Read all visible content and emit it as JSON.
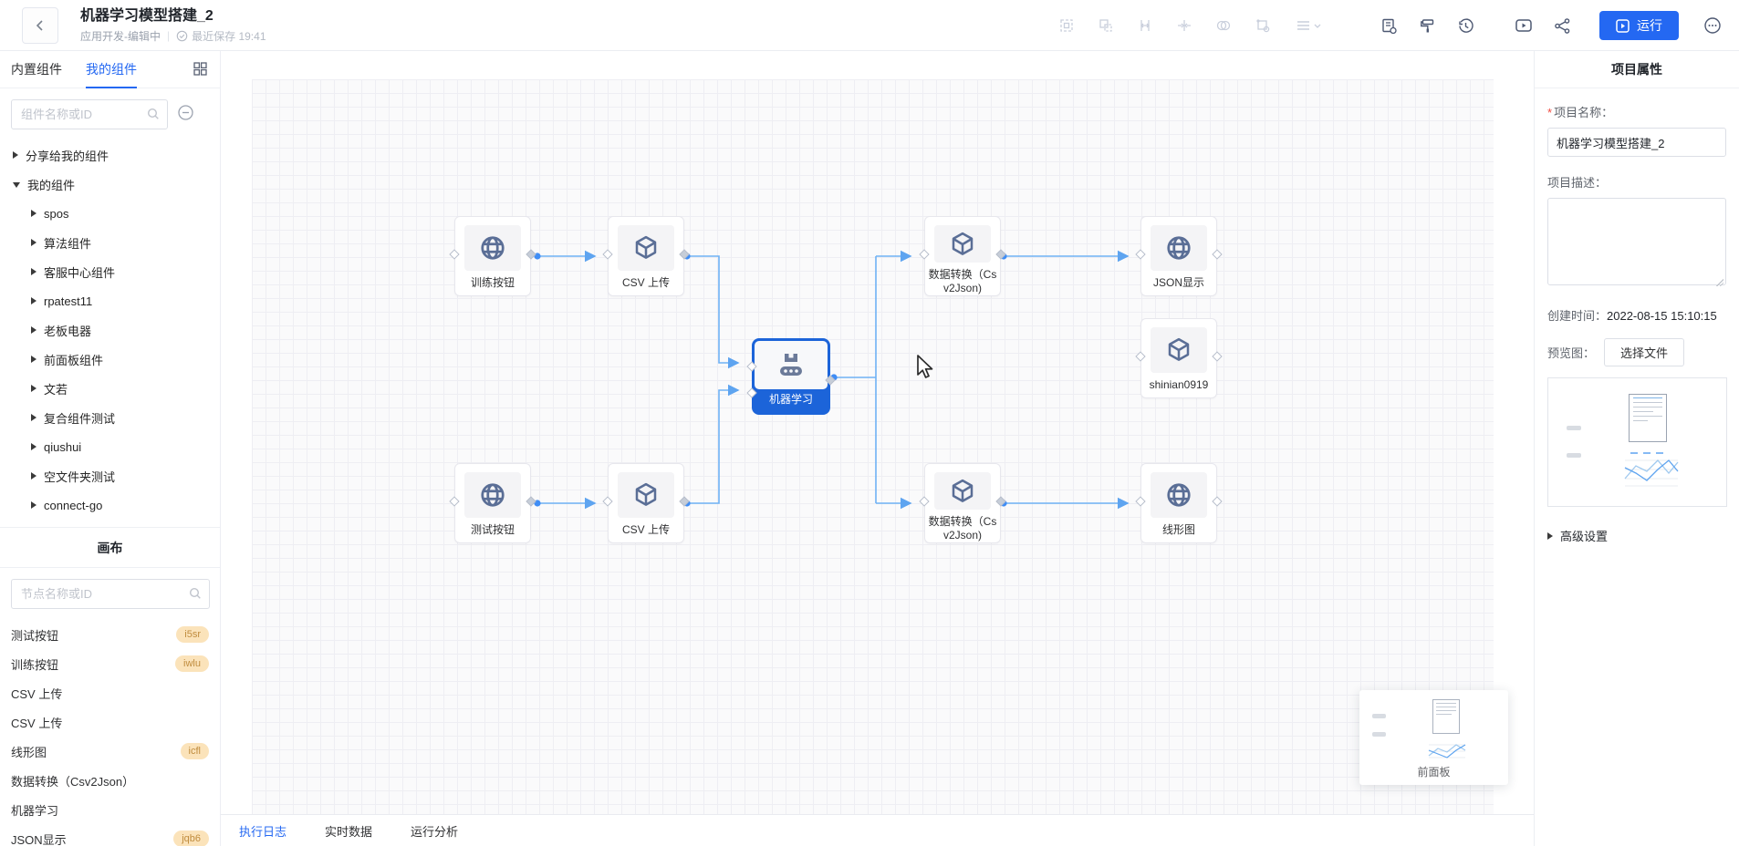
{
  "header": {
    "title": "机器学习模型搭建_2",
    "app_status": "应用开发-编辑中",
    "divider": "|",
    "saved_status": "最近保存 19:41",
    "run_label": "运行"
  },
  "sidebar": {
    "tabs": {
      "builtin": "内置组件",
      "mine": "我的组件"
    },
    "search_placeholder": "组件名称或ID",
    "tree": [
      {
        "label": "分享给我的组件"
      },
      {
        "label": "我的组件"
      },
      {
        "label": "spos"
      },
      {
        "label": "算法组件"
      },
      {
        "label": "客服中心组件"
      },
      {
        "label": "rpatest11"
      },
      {
        "label": "老板电器"
      },
      {
        "label": "前面板组件"
      },
      {
        "label": "文若"
      },
      {
        "label": "复合组件测试"
      },
      {
        "label": "qiushui"
      },
      {
        "label": "空文件夹测试"
      },
      {
        "label": "connect-go"
      }
    ],
    "canvas_section": {
      "title": "画布",
      "search_placeholder": "节点名称或ID",
      "items": [
        {
          "label": "测试按钮",
          "badge": "i5sr"
        },
        {
          "label": "训练按钮",
          "badge": "iwlu"
        },
        {
          "label": "CSV 上传"
        },
        {
          "label": "CSV 上传"
        },
        {
          "label": "线形图",
          "badge": "icfl"
        },
        {
          "label": "数据转换（Csv2Json）"
        },
        {
          "label": "机器学习"
        },
        {
          "label": "JSON显示",
          "badge": "jqb6"
        }
      ]
    }
  },
  "canvas": {
    "nodes": [
      {
        "label": "训练按钮",
        "icon": "globe"
      },
      {
        "label": "CSV 上传",
        "icon": "box"
      },
      {
        "label": "机器学习",
        "icon": "machine",
        "selected": true
      },
      {
        "label": "数据转换（Csv2Json)",
        "icon": "box"
      },
      {
        "label": "JSON显示",
        "icon": "globe"
      },
      {
        "label": "shinian0919",
        "icon": "box"
      },
      {
        "label": "测试按钮",
        "icon": "globe"
      },
      {
        "label": "CSV 上传",
        "icon": "box"
      },
      {
        "label": "数据转换（Csv2Json)",
        "icon": "box"
      },
      {
        "label": "线形图",
        "icon": "globe"
      }
    ],
    "minimap_label": "前面板"
  },
  "bottombar": {
    "tabs": [
      {
        "label": "执行日志",
        "active": true
      },
      {
        "label": "实时数据",
        "active": false
      },
      {
        "label": "运行分析",
        "active": false
      }
    ]
  },
  "properties": {
    "panel_title": "项目属性",
    "required_mark": "*",
    "name_label": "项目名称：",
    "name_value": "机器学习模型搭建_2",
    "desc_label": "项目描述：",
    "created_label": "创建时间：",
    "created_value": "2022-08-15 15:10:15",
    "preview_label": "预览图：",
    "choose_file": "选择文件",
    "advanced_label": "高级设置"
  },
  "colors": {
    "primary": "#2468f2",
    "selected_node": "#1c64d9",
    "connection": "#5ea4f0",
    "node_icon": "#5a6e96",
    "badge_bg": "#fbe3ba",
    "badge_text": "#c08c3e"
  }
}
